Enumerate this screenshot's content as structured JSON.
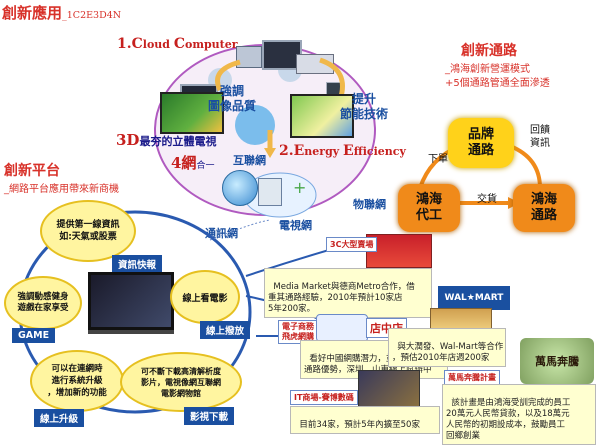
{
  "header": {
    "title_main": "創新應用",
    "title_code": "_1C2E3D4N"
  },
  "top_diagram": {
    "cloud_1": "1.",
    "cloud_c1": "C",
    "cloud_loud": "loud ",
    "cloud_c2": "C",
    "cloud_omputer": "omputer",
    "image_quality": "強調\n圖像品質",
    "energy_tech": "提升\n節能技術",
    "tv_3d_num": "3D",
    "tv_3d_text": "最夯的立體電視",
    "energy_2": "2.",
    "energy_e": "E",
    "energy_nergy": "nergy ",
    "energy_e2": "E",
    "energy_fficiency": "fficiency",
    "four_net": "4網",
    "four_he": "合一",
    "internet": "互聯網",
    "comm_net": "通訊網",
    "tv_net": "電視網",
    "iot": "物聯網"
  },
  "platform": {
    "title": "創新平台",
    "subtitle": "_網路平台應用帶來新商機",
    "info_text": "提供第一線資訊\n如:天氣或股票",
    "info_tag": "資訊快報",
    "health_text": "強調動感健身\n遊戲在家享受",
    "game_tag": "GAME",
    "online_movie": "線上看電影",
    "online_play_tag": "線上撥放",
    "upgrade_text": "可以在連網時\n進行系統升級\n，增加新的功能",
    "upgrade_tag": "線上升級",
    "download_text": "可不斷下載高清解析度\n影片，電視像網互聯網\n電影網物館",
    "download_tag": "影視下載"
  },
  "channel": {
    "title": "創新通路",
    "subtitle_1": "_鴻海創新營運模式",
    "subtitle_2": "+5個通路管通全面滲透",
    "brand_channel": "品牌\n通路",
    "foxconn_oem": "鴻海\n代工",
    "foxconn_channel": "鴻海\n通路",
    "label_down": "下單",
    "label_feedback": "回饋\n資訊",
    "label_trade": "交貨"
  },
  "cards": {
    "c3c_tag": "3C大型賣場",
    "c3c_text": "Media Market與德商Metro合作，借\n重其通路經驗，2010年預計10家店\n5年200家。",
    "ecom_tag": "電子商務\n飛虎網購",
    "ecom_text": "看好中國網購潛力，並結合旗下\n通路優勢，深圳、山東線上試辦中",
    "store_tag": "店中店",
    "store_text": "與大潤發、Wal-Mart等合作\n，預估2010年店週200家",
    "walmart_logo": "WAL★MART",
    "it_tag": "IT商場-賽博數碼",
    "it_text": "目前34家，預計5年內擴至50家",
    "wm_tag": "萬馬奔騰計畫",
    "wm_text": "該計畫是由鴻海受訓完成的員工\n20萬元人民幣貸款，以及18萬元\n人民幣的初期設成本，鼓勵員工\n回鄉創業",
    "wm_logo": "萬馬奔騰"
  },
  "colors": {
    "accent_red": "#d8322a",
    "accent_blue": "#1a4fa0",
    "orange": "#f08a1a",
    "yellow": "#ffd21a"
  }
}
